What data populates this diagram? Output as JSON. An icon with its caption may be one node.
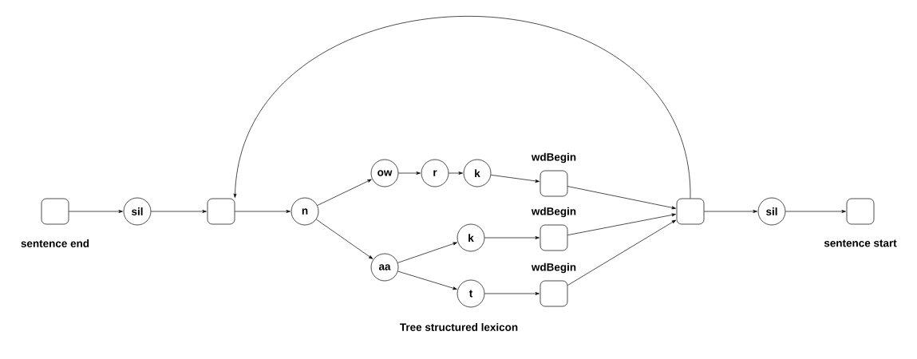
{
  "diagram": {
    "caption": "Tree structured lexicon",
    "nodes": [
      {
        "text": [],
        "shape": "box",
        "beside": [
          "sentence end"
        ]
      },
      {
        "text": [
          "sil"
        ]
      },
      {
        "text": [],
        "shape": "box"
      },
      {
        "text": [
          "n"
        ]
      },
      {
        "text": [
          "ow"
        ]
      },
      {
        "text": [
          "r"
        ]
      },
      {
        "text": [
          "k"
        ]
      },
      {
        "text": [],
        "shape": "box",
        "beside": [
          "wdBegin"
        ]
      },
      {
        "text": [
          "aa"
        ]
      },
      {
        "text": [
          "k"
        ]
      },
      {
        "text": [],
        "shape": "box",
        "beside": [
          "wdBegin"
        ]
      },
      {
        "text": [
          "t"
        ]
      },
      {
        "text": [],
        "shape": "box",
        "beside": [
          "wdBegin"
        ]
      },
      {
        "text": [],
        "shape": "box"
      },
      {
        "text": [
          "sil"
        ]
      },
      {
        "text": [],
        "shape": "box",
        "beside": [
          "sentence start"
        ]
      }
    ],
    "edges": [
      {
        "from": 0,
        "to": 1,
        "arrow": "to"
      },
      {
        "from": 1,
        "to": 2,
        "arrow": "to"
      },
      {
        "from": 2,
        "to": 3,
        "arrow": "to"
      },
      {
        "from": 3,
        "to": 4,
        "arrow": "to"
      },
      {
        "from": 4,
        "to": 5,
        "arrow": "to"
      },
      {
        "from": 5,
        "to": 6,
        "arrow": "to"
      },
      {
        "from": 6,
        "to": 7,
        "arrow": "to"
      },
      {
        "from": 3,
        "to": 8,
        "arrow": "to"
      },
      {
        "from": 8,
        "to": 9,
        "arrow": "to"
      },
      {
        "from": 8,
        "to": 11,
        "arrow": "to"
      },
      {
        "from": 9,
        "to": 10,
        "arrow": "to"
      },
      {
        "from": 11,
        "to": 12,
        "arrow": "to"
      },
      {
        "from": 7,
        "to": 13,
        "arrow": "to"
      },
      {
        "from": 10,
        "to": 13,
        "arrow": "to"
      },
      {
        "from": 12,
        "to": 13,
        "arrow": "to"
      },
      {
        "from": 13,
        "to": 14,
        "arrow": "to"
      },
      {
        "from": 14,
        "to": 15,
        "arrow": "to"
      },
      {
        "from": 13,
        "to": 2,
        "arrow": "to"
      }
    ]
  }
}
